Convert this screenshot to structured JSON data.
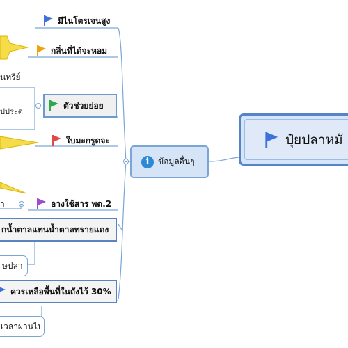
{
  "root": {
    "label": "ปุ๋ยปลาหมั",
    "flag_color": "#3f72d8"
  },
  "info_node": {
    "label": "ข้อมูลอื่นๆ",
    "icon": "info-icon",
    "icon_glyph": "i"
  },
  "branches": [
    {
      "label": "มีไนโตรเจนสูง",
      "flag_color": "#3f72d8"
    },
    {
      "label": "กลิ่นที่ได้จะหอม",
      "flag_color": "#f0a10c"
    },
    {
      "label": "นทรีย์",
      "flag_color": null
    },
    {
      "label": "ปประด",
      "flag_color": null
    },
    {
      "label": "ตัวช่วยย่อย",
      "flag_color": "#2ea84a"
    },
    {
      "label": "ใบมะกรูดจะ",
      "flag_color": "#e24848"
    },
    {
      "label": "า",
      "flag_color": null
    },
    {
      "label": "อางใช้สาร พด.2",
      "flag_color": "#9b4fd0"
    },
    {
      "label": "กน้ำตาลแทนน้ำตาลทรายแดง",
      "flag_color": null
    },
    {
      "label": "ษปลา",
      "flag_color": null
    },
    {
      "label": "ควรเหลือพื้นที่ในถังไว้ 30%",
      "flag_color": "#3f72d8"
    },
    {
      "label": "เวลาผ่านไป",
      "flag_color": null
    }
  ],
  "colors": {
    "line": "#7aa6d6",
    "callout": "#f5dc4a"
  }
}
